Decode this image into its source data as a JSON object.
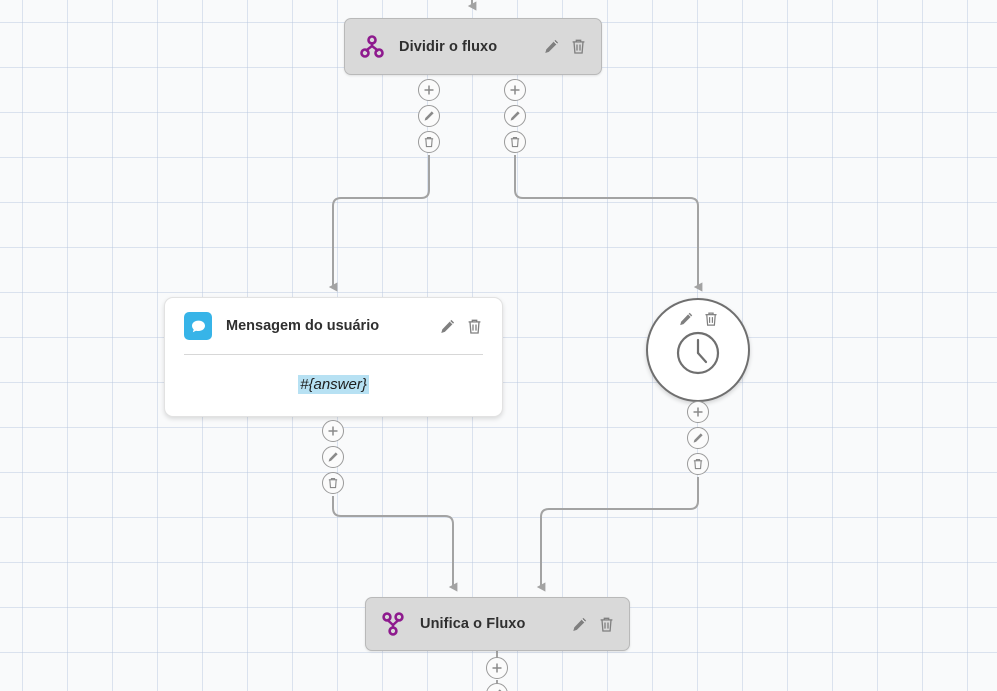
{
  "canvas": {
    "background_color": "#f9fafb",
    "grid_line_color": "#b5c5dd",
    "grid_size": 45
  },
  "palette": {
    "purple": "#8e1a8e",
    "blue": "#37b4e8",
    "token_highlight": "#b7e1f3",
    "edge": "#a3a3a3",
    "node_gray": "#d9d9d9",
    "icon_gray": "#808080"
  },
  "nodes": [
    {
      "id": "split",
      "type": "split-flow",
      "title": "Dividir o fluxo",
      "icon": "split-flow-icon",
      "edit_label": "pencil-icon",
      "delete_label": "trash-icon"
    },
    {
      "id": "user-message",
      "type": "user-message",
      "title": "Mensagem do usuário",
      "icon": "chat-bubble-icon",
      "body_value": "#{answer}",
      "edit_label": "pencil-icon",
      "delete_label": "trash-icon"
    },
    {
      "id": "delay",
      "type": "delay",
      "title": "",
      "icon": "clock-icon",
      "edit_label": "pencil-icon",
      "delete_label": "trash-icon"
    },
    {
      "id": "merge",
      "type": "merge-flow",
      "title": "Unifica o Fluxo",
      "icon": "merge-flow-icon",
      "edit_label": "pencil-icon",
      "delete_label": "trash-icon"
    }
  ],
  "connector_actions": {
    "add": "+",
    "edit": "pencil-icon",
    "delete": "trash-icon"
  }
}
